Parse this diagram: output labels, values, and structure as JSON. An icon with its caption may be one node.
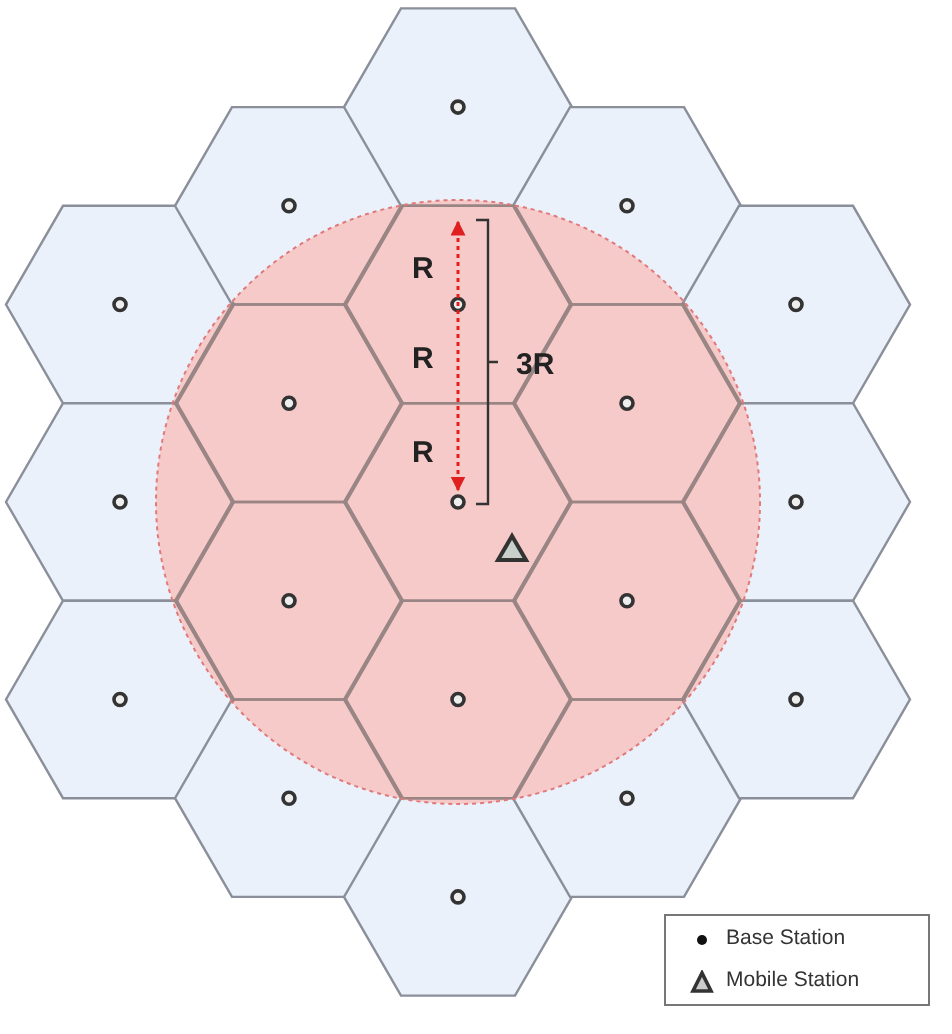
{
  "diagram": {
    "labels": [
      "R",
      "R",
      "R",
      "3R"
    ],
    "legend": [
      {
        "text": "Base Station"
      },
      {
        "text": "Mobile Station"
      }
    ]
  }
}
